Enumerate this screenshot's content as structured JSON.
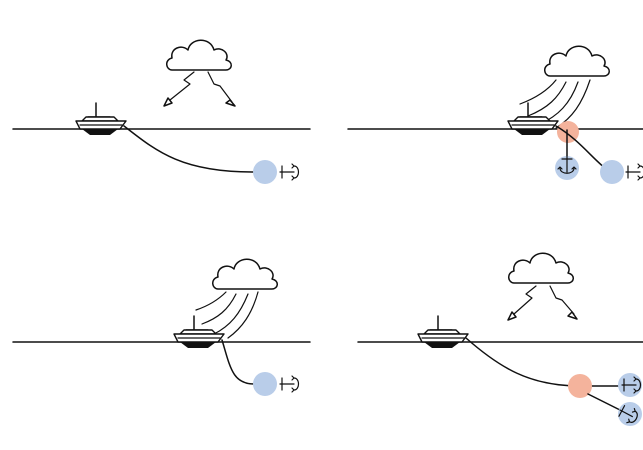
{
  "panels": [
    {
      "id": "top-left",
      "weather": "lightning",
      "vessel": "boat",
      "mooring": [
        {
          "kind": "anchor",
          "state": "holding",
          "color": "blue"
        }
      ],
      "failure_point": false
    },
    {
      "id": "top-right",
      "weather": "wind",
      "vessel": "boat",
      "mooring": [
        {
          "kind": "anchor",
          "state": "holding",
          "color": "blue"
        },
        {
          "kind": "anchor",
          "state": "holding",
          "color": "blue",
          "orientation": "down"
        }
      ],
      "failure_point": true
    },
    {
      "id": "bottom-left",
      "weather": "wind",
      "vessel": "boat",
      "mooring": [
        {
          "kind": "anchor",
          "state": "holding",
          "color": "blue"
        }
      ],
      "failure_point": false
    },
    {
      "id": "bottom-right",
      "weather": "lightning",
      "vessel": "boat",
      "mooring": [
        {
          "kind": "anchor",
          "state": "holding",
          "color": "blue"
        },
        {
          "kind": "anchor",
          "state": "holding",
          "color": "blue",
          "orientation": "tilted"
        }
      ],
      "failure_point": true
    }
  ],
  "colors": {
    "ink": "#111111",
    "anchor_marker": "#b9cde9",
    "failure_marker": "#f4b39c",
    "background": "#ffffff"
  },
  "icons": [
    "cloud-icon",
    "lightning-icon",
    "wind-icon",
    "boat-icon",
    "anchor-icon"
  ]
}
